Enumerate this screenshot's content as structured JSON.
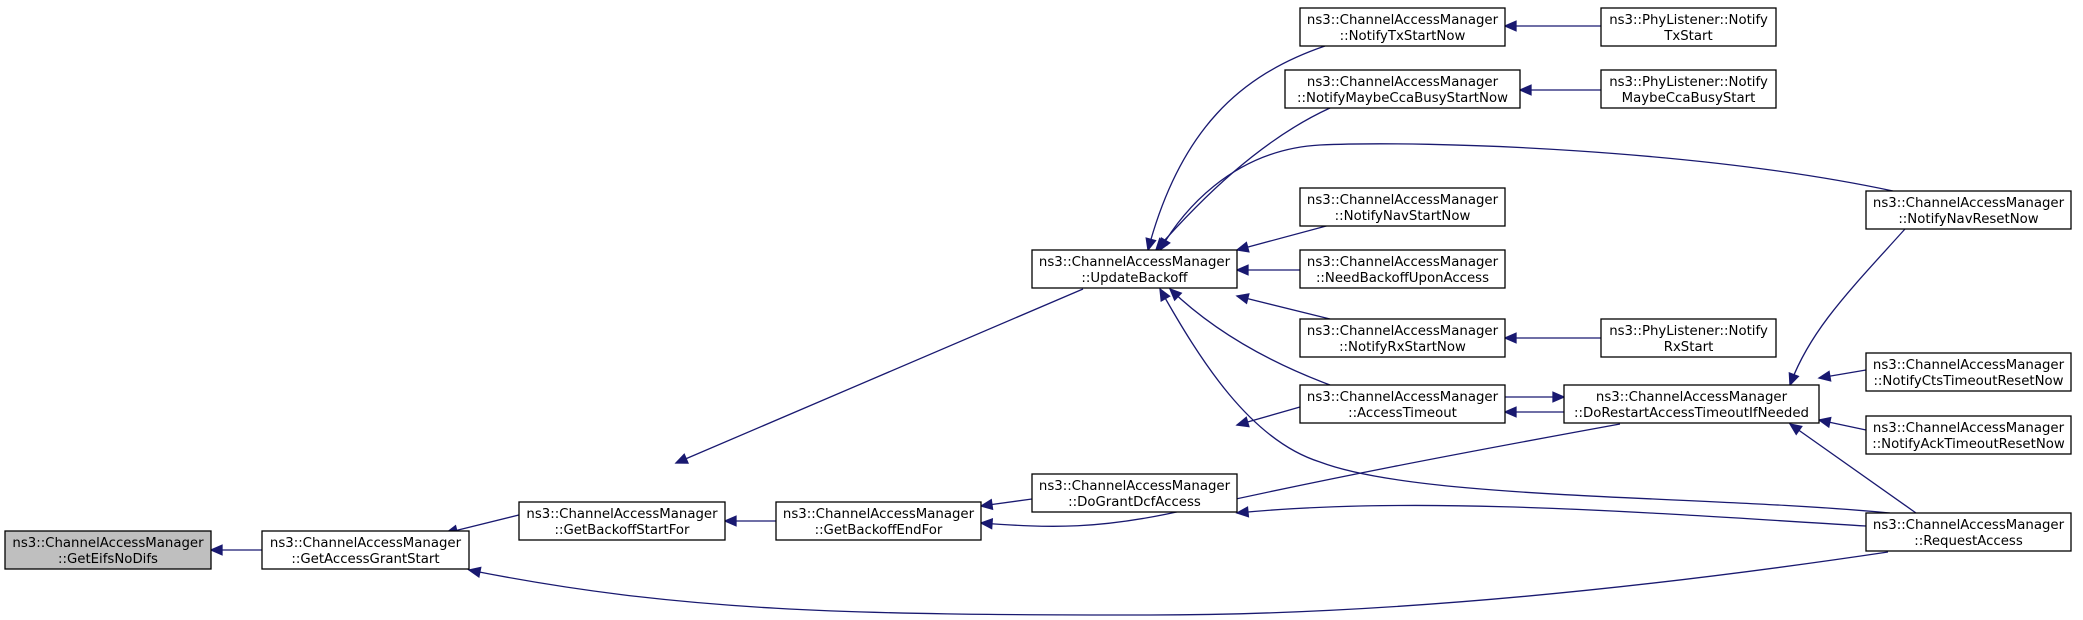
{
  "graph": {
    "kind": "caller-graph",
    "colors": {
      "edge": "#191970",
      "root_fill": "#bfbfbf",
      "node_fill": "#ffffff",
      "node_border": "#000000"
    },
    "nodes": [
      {
        "id": "n0",
        "line1": "ns3::ChannelAccessManager",
        "line2": "::GetEifsNoDifs",
        "root": true
      },
      {
        "id": "n1",
        "line1": "ns3::ChannelAccessManager",
        "line2": "::GetAccessGrantStart"
      },
      {
        "id": "n2",
        "line1": "ns3::ChannelAccessManager",
        "line2": "::GetBackoffStartFor"
      },
      {
        "id": "n3",
        "line1": "ns3::ChannelAccessManager",
        "line2": "::GetBackoffEndFor"
      },
      {
        "id": "n4",
        "line1": "ns3::ChannelAccessManager",
        "line2": "::UpdateBackoff"
      },
      {
        "id": "n5",
        "line1": "ns3::ChannelAccessManager",
        "line2": "::DoGrantDcfAccess"
      },
      {
        "id": "n6",
        "line1": "ns3::ChannelAccessManager",
        "line2": "::NotifyTxStartNow"
      },
      {
        "id": "n7",
        "line1": "ns3::ChannelAccessManager",
        "line2": "::NotifyMaybeCcaBusyStartNow"
      },
      {
        "id": "n8",
        "line1": "ns3::ChannelAccessManager",
        "line2": "::NotifyNavStartNow"
      },
      {
        "id": "n9",
        "line1": "ns3::ChannelAccessManager",
        "line2": "::NeedBackoffUponAccess"
      },
      {
        "id": "n10",
        "line1": "ns3::ChannelAccessManager",
        "line2": "::NotifyRxStartNow"
      },
      {
        "id": "n11",
        "line1": "ns3::ChannelAccessManager",
        "line2": "::AccessTimeout"
      },
      {
        "id": "n12",
        "line1": "ns3::ChannelAccessManager",
        "line2": "::DoRestartAccessTimeoutIfNeeded"
      },
      {
        "id": "n13",
        "line1": "ns3::PhyListener::Notify",
        "line2": "TxStart"
      },
      {
        "id": "n14",
        "line1": "ns3::PhyListener::Notify",
        "line2": "MaybeCcaBusyStart"
      },
      {
        "id": "n15",
        "line1": "ns3::PhyListener::Notify",
        "line2": "RxStart"
      },
      {
        "id": "n16",
        "line1": "ns3::ChannelAccessManager",
        "line2": "::NotifyNavResetNow"
      },
      {
        "id": "n17",
        "line1": "ns3::ChannelAccessManager",
        "line2": "::NotifyCtsTimeoutResetNow"
      },
      {
        "id": "n18",
        "line1": "ns3::ChannelAccessManager",
        "line2": "::NotifyAckTimeoutResetNow"
      },
      {
        "id": "n19",
        "line1": "ns3::ChannelAccessManager",
        "line2": "::RequestAccess"
      }
    ],
    "edges": [
      {
        "from": "n1",
        "to": "n0"
      },
      {
        "from": "n2",
        "to": "n1"
      },
      {
        "from": "n19",
        "to": "n1"
      },
      {
        "from": "n3",
        "to": "n2"
      },
      {
        "from": "n4",
        "to": "n2"
      },
      {
        "from": "n5",
        "to": "n3"
      },
      {
        "from": "n12",
        "to": "n3"
      },
      {
        "from": "n6",
        "to": "n4"
      },
      {
        "from": "n7",
        "to": "n4"
      },
      {
        "from": "n16",
        "to": "n4"
      },
      {
        "from": "n8",
        "to": "n4"
      },
      {
        "from": "n9",
        "to": "n4"
      },
      {
        "from": "n10",
        "to": "n4"
      },
      {
        "from": "n11",
        "to": "n4"
      },
      {
        "from": "n19",
        "to": "n4"
      },
      {
        "from": "n11",
        "to": "n5"
      },
      {
        "from": "n19",
        "to": "n5"
      },
      {
        "from": "n13",
        "to": "n6"
      },
      {
        "from": "n14",
        "to": "n7"
      },
      {
        "from": "n15",
        "to": "n10"
      },
      {
        "from": "n12",
        "to": "n11"
      },
      {
        "from": "n11",
        "to": "n12"
      },
      {
        "from": "n16",
        "to": "n12"
      },
      {
        "from": "n17",
        "to": "n12"
      },
      {
        "from": "n18",
        "to": "n12"
      },
      {
        "from": "n19",
        "to": "n12"
      }
    ]
  }
}
